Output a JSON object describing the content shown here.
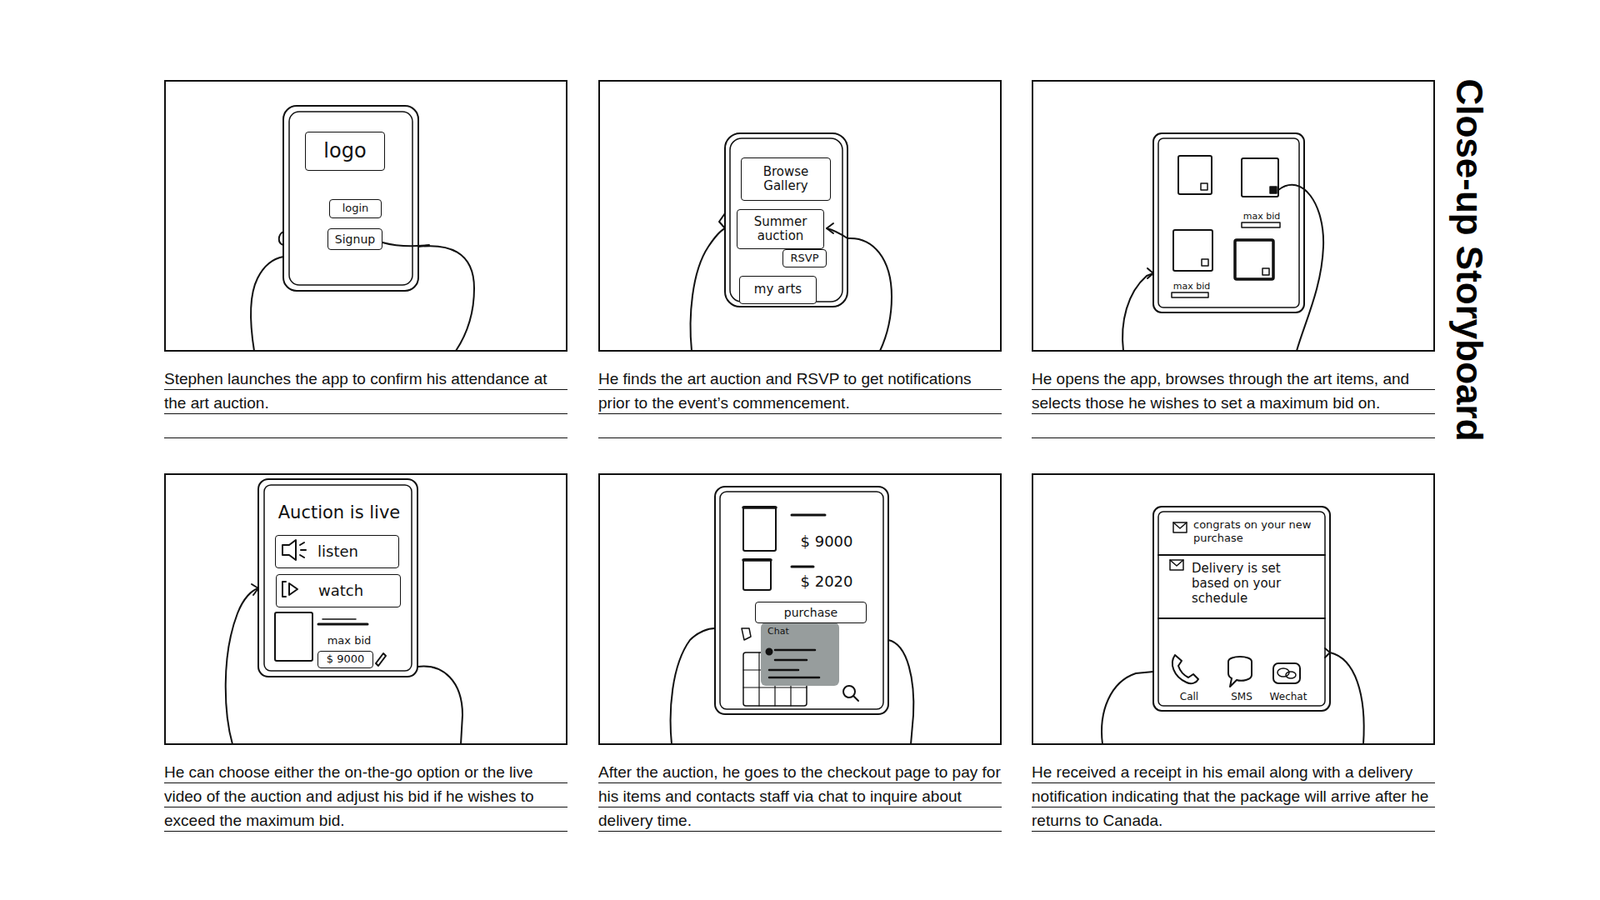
{
  "diagram": {
    "title": "Close-up Storyboard",
    "nodes": [
      {
        "text": [
          "Stephen launches the app to confirm his attendance at the art auction."
        ]
      },
      {
        "text": [
          "logo"
        ],
        "in": 0
      },
      {
        "text": [
          "login"
        ],
        "in": 0
      },
      {
        "text": [
          "Signup"
        ],
        "in": 0
      },
      {
        "text": [
          "He finds the art auction and RSVP to get notifications prior to the event’s commencement."
        ]
      },
      {
        "text": [
          "Browse Gallery"
        ],
        "in": 4
      },
      {
        "text": [
          "Summer auction"
        ],
        "in": 4
      },
      {
        "text": [
          "RSVP"
        ],
        "in": 4
      },
      {
        "text": [
          "my arts"
        ],
        "in": 4
      },
      {
        "text": [
          "He opens the app, browses through the art items, and selects those he wishes to set a maximum bid on."
        ]
      },
      {
        "text": [
          "He can choose either the on-the-go option or the live video of the auction and adjust his bid if he wishes to exceed the maximum bid."
        ]
      },
      {
        "text": [
          "listen"
        ],
        "in": 10
      },
      {
        "text": [
          "watch"
        ],
        "in": 10
      },
      {
        "text": [
          "$ 9000"
        ],
        "in": 10
      },
      {
        "text": [
          "After the auction, he goes to the checkout page to pay for his items and contacts staff via chat to inquire about delivery time."
        ]
      },
      {
        "text": [
          "purchase"
        ],
        "in": 14
      },
      {
        "text": [
          "Chat"
        ],
        "in": 14
      },
      {
        "text": [
          "He received a receipt in his email along with a delivery notification indicating that the package will arrive after he returns to Canada."
        ]
      }
    ],
    "labels": [
      "max bid",
      "max bid",
      "Auction is live",
      "max bid",
      "$ 9000",
      "$ 2020",
      "congrats on your new purchase",
      "Delivery is set based on your schedule",
      "Call",
      "SMS",
      "Wechat"
    ]
  }
}
